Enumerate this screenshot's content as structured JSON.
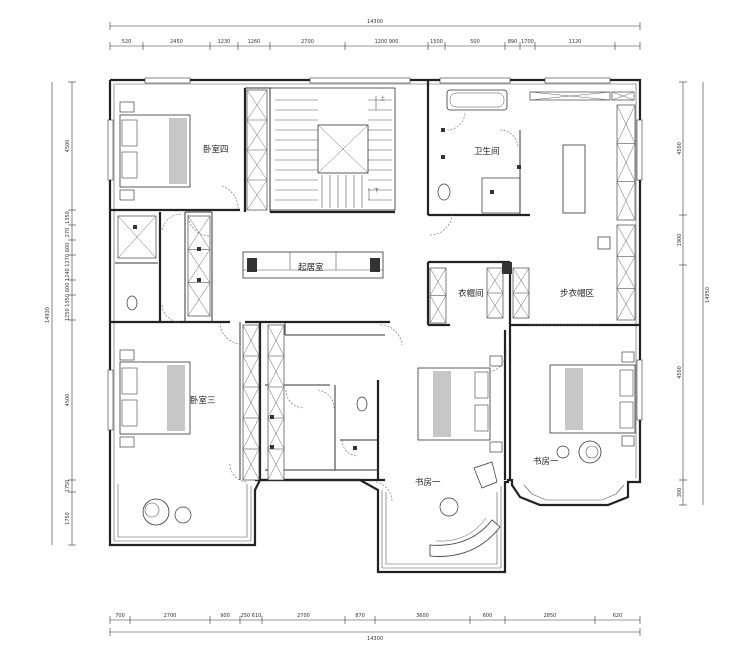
{
  "rooms": {
    "bedroom4": "卧室四",
    "bathroom": "卫生间",
    "living": "起居室",
    "closet": "衣帽间",
    "cloakroom": "步衣帽区",
    "bedroom3": "卧室三",
    "study1": "书房一",
    "study2": "书房一"
  },
  "dims": {
    "top_total": "14300",
    "bottom_total": "14300",
    "left_total": "14930",
    "right_total": "14950",
    "top": [
      "520",
      "2450",
      "1230",
      "1260",
      "2700",
      "1200 900",
      "1500",
      "500",
      "890",
      "1700",
      "1120"
    ],
    "bottom": [
      "700",
      "2700",
      "900",
      "250 610",
      "2700",
      "870",
      "3600",
      "600",
      "2850",
      "620"
    ],
    "left": [
      "4500",
      "1350",
      "270",
      "600",
      "1240 1270",
      "600",
      "1250 1350",
      "4500",
      "1750",
      "1750"
    ],
    "right": [
      "4500",
      "1900",
      "4500",
      "300"
    ]
  },
  "fixtures": {
    "stair_up": "上",
    "stair_down": "下"
  }
}
